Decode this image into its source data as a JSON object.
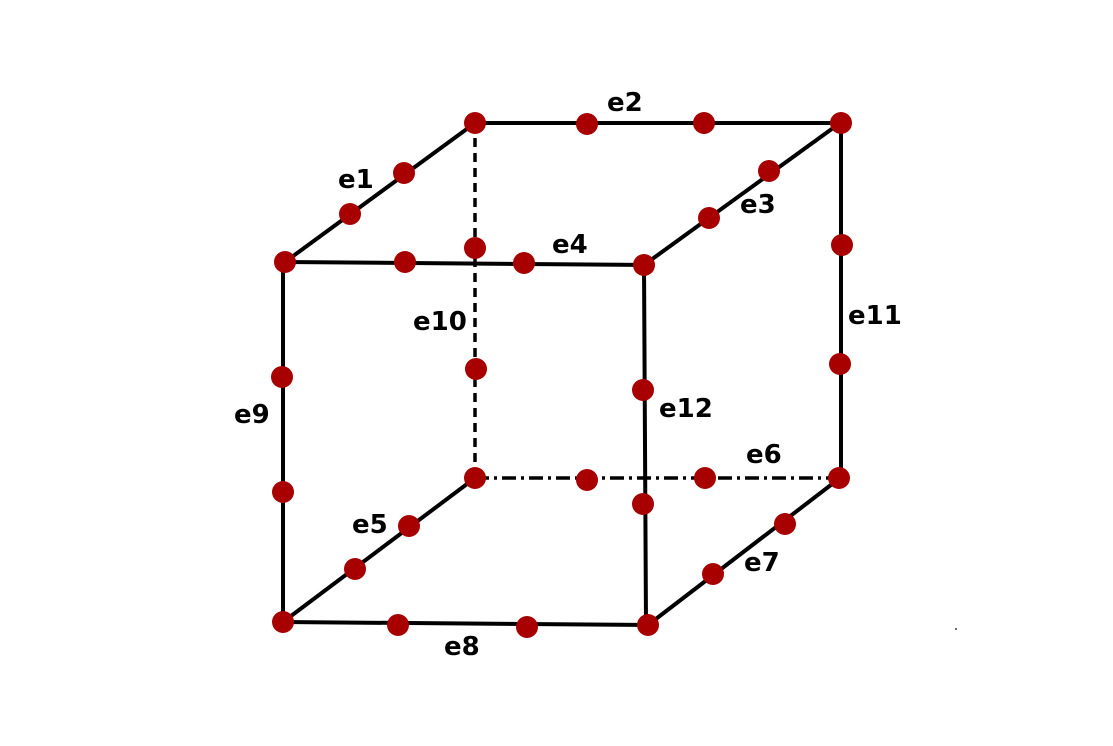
{
  "node_color": "#a80000",
  "edge_color": "#000000",
  "labels": {
    "e1": "e1",
    "e2": "e2",
    "e3": "e3",
    "e4": "e4",
    "e5": "e5",
    "e6": "e6",
    "e7": "e7",
    "e8": "e8",
    "e9": "e9",
    "e10": "e10",
    "e11": "e11",
    "e12": "e12"
  }
}
